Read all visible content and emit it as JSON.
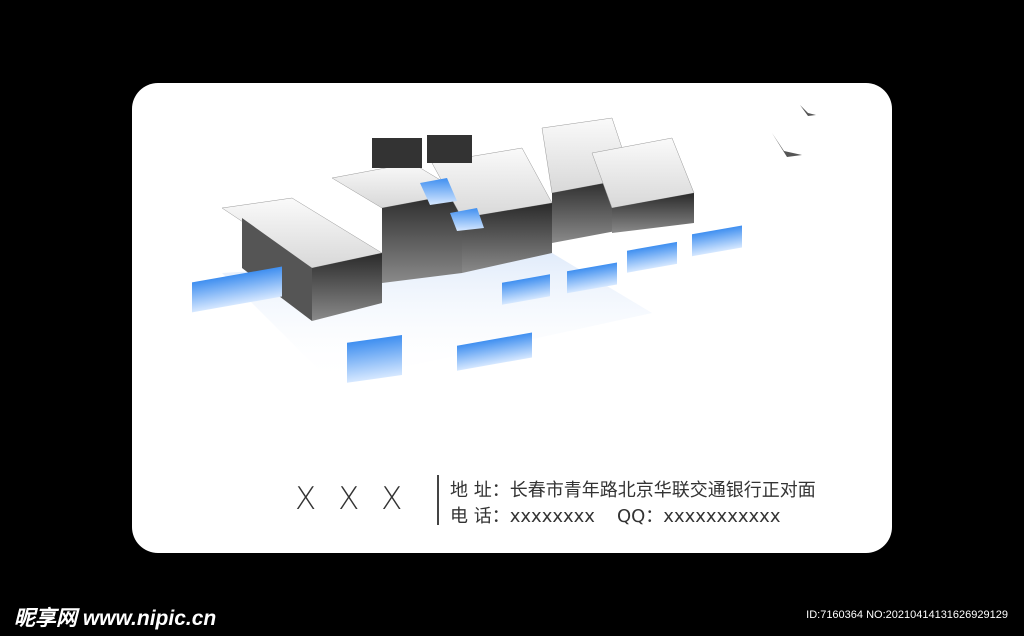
{
  "card": {
    "name": "X X X",
    "address_label": "地 址：",
    "address": "长春市青年路北京华联交通银行正对面",
    "phone_label": "电 话：",
    "phone": "xxxxxxxx",
    "qq_label": "QQ：",
    "qq": "xxxxxxxxxxx"
  },
  "watermark": {
    "site": "昵享网 www.nipic.cn",
    "id": "ID:7160364 NO:20210414131626929129"
  },
  "colors": {
    "background": "#000000",
    "card": "#ffffff",
    "accent_blue": "#2f8cf0",
    "block_gray": "#6b6b6b"
  }
}
